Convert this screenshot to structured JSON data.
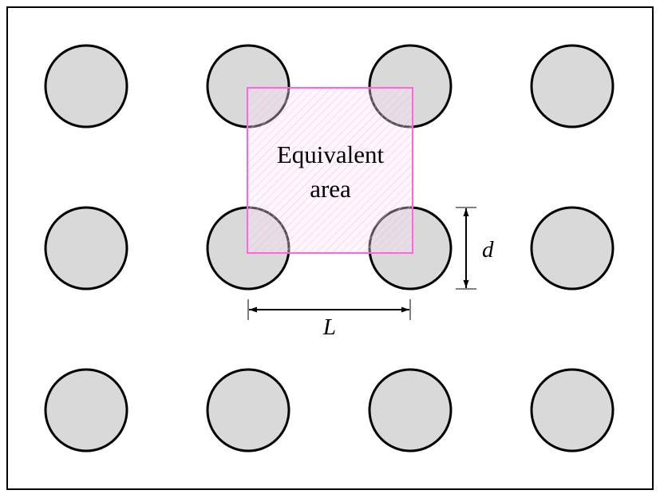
{
  "figure": {
    "area_label_line1": "Equivalent",
    "area_label_line2": "area",
    "dimension_d": "d",
    "dimension_L": "L"
  },
  "grid": {
    "rows": 3,
    "cols": 4
  },
  "colors": {
    "circle_fill": "#d9d9d9",
    "circle_stroke": "#000000",
    "equivalent_area_stroke": "#ff66dd",
    "equivalent_area_hatch": "#f2b3e6",
    "frame": "#000000"
  }
}
